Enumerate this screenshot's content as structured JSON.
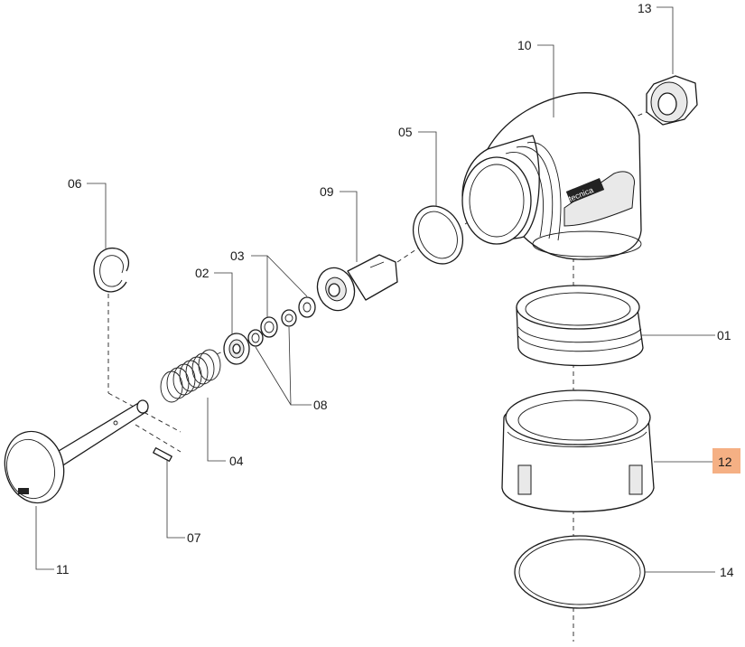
{
  "highlight_color": "#f5b084",
  "brand_mark": "tecnica",
  "labels": {
    "p01": "01",
    "p02": "02",
    "p03": "03",
    "p04": "04",
    "p05": "05",
    "p06": "06",
    "p07": "07",
    "p08": "08",
    "p09": "09",
    "p10": "10",
    "p11": "11",
    "p12": "12",
    "p13": "13",
    "p14": "14"
  }
}
